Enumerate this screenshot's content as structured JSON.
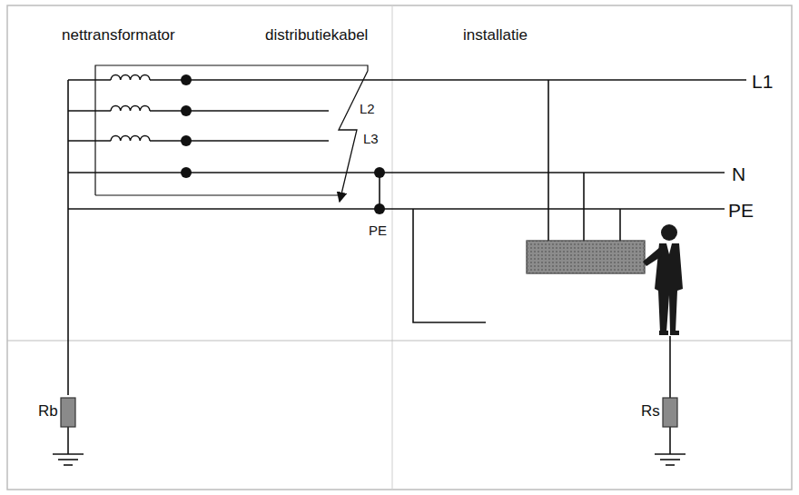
{
  "diagram": {
    "labels": [
      "nettransformator",
      "distributiekabel",
      "installatie",
      "L1",
      "L2",
      "L3",
      "N",
      "PE",
      "PE",
      "Rb",
      "Rs"
    ]
  }
}
